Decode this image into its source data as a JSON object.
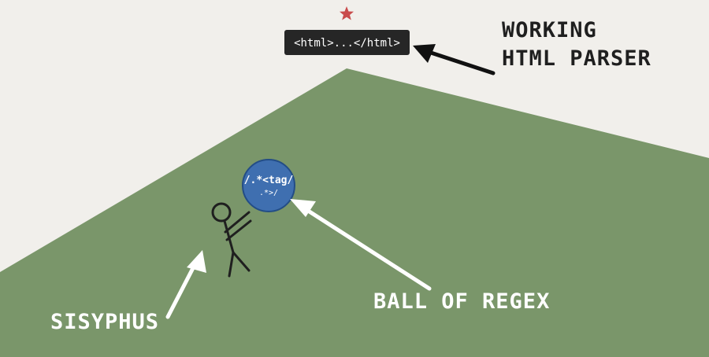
{
  "summit_label": "<html>...</html>",
  "callouts": {
    "parser": [
      "WORKING",
      "HTML PARSER"
    ],
    "ball": "BALL OF REGEX",
    "sisyphus": "SISYPHUS"
  },
  "ball_text": [
    "/.*<tag/",
    ".*>/"
  ],
  "icons": {
    "summit": "star-icon",
    "person": "stick-figure-icon"
  },
  "colors": {
    "sky": "#f1efeb",
    "hill": "#7a966a",
    "ball_fill": "#3f6fb0",
    "ball_stroke": "#234d86",
    "star": "#c94b4b",
    "code_box": "#262626",
    "dark_text": "#1f1f1f",
    "light_text": "#ffffff"
  }
}
